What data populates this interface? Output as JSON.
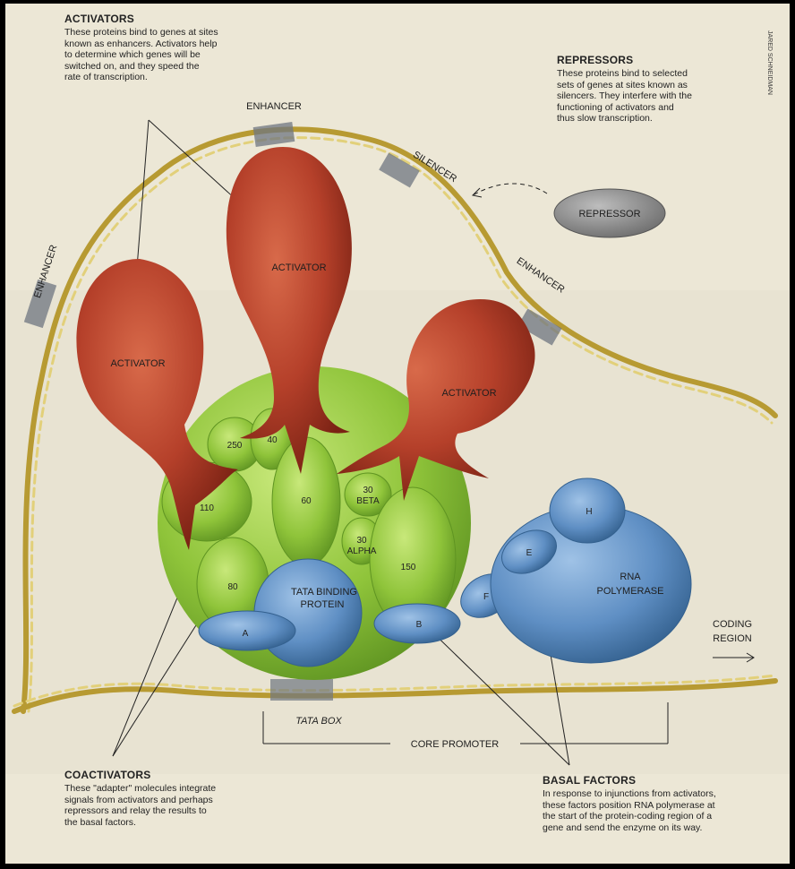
{
  "activators": {
    "heading": "ACTIVATORS",
    "lines": [
      "These proteins bind to genes at sites",
      "known as enhancers. Activators help",
      "to determine which genes will be",
      "switched on, and they speed the",
      "rate of transcription."
    ]
  },
  "repressors": {
    "heading": "REPRESSORS",
    "lines": [
      "These proteins bind to selected",
      "sets of genes at sites known as",
      "silencers. They interfere with the",
      "functioning of activators and",
      "thus slow transcription."
    ]
  },
  "coactivators": {
    "heading": "COACTIVATORS",
    "lines": [
      "These \"adapter\" molecules integrate",
      "signals from activators and perhaps",
      "repressors and relay the results to",
      "the basal factors."
    ]
  },
  "basal_factors": {
    "heading": "BASAL FACTORS",
    "lines": [
      "In response to injunctions from activators,",
      "these factors position RNA polymerase at",
      "the start of the protein-coding region of a",
      "gene and send the enzyme on its way."
    ]
  },
  "credit": "JARED SCHNEIDMAN",
  "dna_labels": {
    "enhancer_top": "ENHANCER",
    "enhancer_left": "ENHANCER",
    "enhancer_right": "ENHANCER",
    "silencer": "SILENCER",
    "tata_box": "TATA BOX",
    "core_promoter": "CORE PROMOTER",
    "coding_region_1": "CODING",
    "coding_region_2": "REGION"
  },
  "proteins": {
    "repressor": "REPRESSOR",
    "activator_left": "ACTIVATOR",
    "activator_center": "ACTIVATOR",
    "activator_right": "ACTIVATOR",
    "rna_polymerase_1": "RNA",
    "rna_polymerase_2": "POLYMERASE",
    "tata_binding_1": "TATA BINDING",
    "tata_binding_2": "PROTEIN"
  },
  "coactivator_units": {
    "u250": "250",
    "u40": "40",
    "u60": "60",
    "u110": "110",
    "u80": "80",
    "u30beta_1": "30",
    "u30beta_2": "BETA",
    "u30alpha_1": "30",
    "u30alpha_2": "ALPHA",
    "u150": "150"
  },
  "basal_units": {
    "a": "A",
    "b": "B",
    "e": "E",
    "f": "F",
    "h": "H"
  },
  "colors": {
    "background": "#ece7d6",
    "activator": "#b5402a",
    "coactivator": "#8fc43a",
    "basal": "#5f8fc4",
    "repressor": "#8a8a8a",
    "dna": "#c9b24a"
  }
}
